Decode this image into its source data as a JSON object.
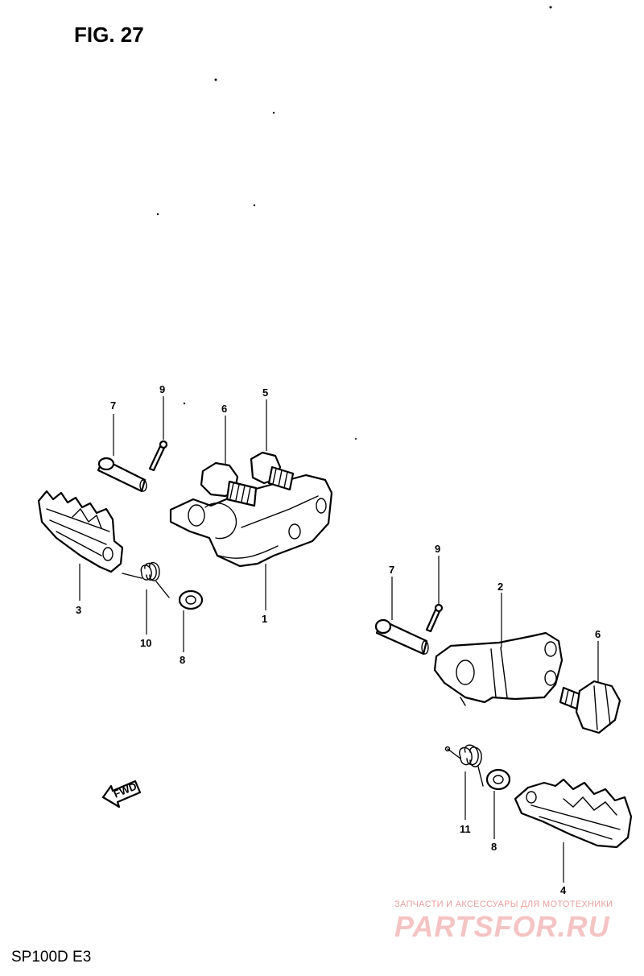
{
  "figure": {
    "title": "FIG. 27",
    "model_code": "SP100D E3"
  },
  "watermark": {
    "tagline": "ЗАПЧАСТИ И АКСЕССУАРЫ ДЛЯ МОТОТЕХНИКИ",
    "brand": "PARTSFOR.RU"
  },
  "fwd_arrow": {
    "label": "FWD"
  },
  "callouts": {
    "c1": "1",
    "c2": "2",
    "c3": "3",
    "c4": "4",
    "c5": "5",
    "c6_left": "6",
    "c6_right": "6",
    "c7_left": "7",
    "c7_right": "7",
    "c8_left": "8",
    "c8_right": "8",
    "c9_left": "9",
    "c9_right": "9",
    "c10": "10",
    "c11": "11"
  }
}
